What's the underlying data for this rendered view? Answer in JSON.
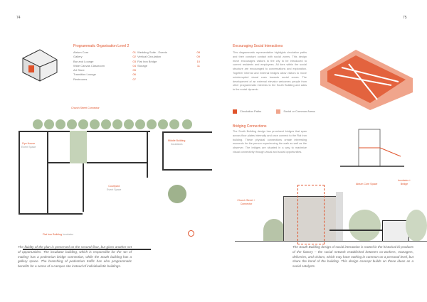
{
  "page_left": "74",
  "page_right": "75",
  "programme": {
    "title": "Programmatic Organisation Level 2",
    "col1": [
      {
        "label": "Atrium Core",
        "num": "01"
      },
      {
        "label": "Gallery",
        "num": "02"
      },
      {
        "label": "Bar and Lounge",
        "num": "03"
      },
      {
        "label": "Wide Canvas Classroom",
        "num": "04"
      },
      {
        "label": "Art Store",
        "num": "05"
      },
      {
        "label": "Transition Lounge",
        "num": "06"
      },
      {
        "label": "Restrooms",
        "num": "07"
      }
    ],
    "col2": [
      {
        "label": "Wedding Suite - Events",
        "num": "08"
      },
      {
        "label": "Vertical Circulation",
        "num": "09"
      },
      {
        "label": "Flat Iron Bridge",
        "num": "10"
      },
      {
        "label": "Storage",
        "num": "11"
      }
    ]
  },
  "plan": {
    "top_label": "Church Street Connector",
    "dye_house": "Dye House",
    "dye_house_sub": "Event Space",
    "middle": "Middle Building",
    "middle_sub": "Incubators",
    "courtyard": "Courtyard",
    "courtyard_sub": "Event Space",
    "flat_iron": "Flat Iron Building",
    "flat_iron_sub": "Incubator"
  },
  "social": {
    "title": "Encouraging Social Interactions",
    "body": "This diagrammatic representation highlights circulation paths and their constant contact with social zones. This design move encourages visitors to the city to be introduced to current residents and employees. All tiers within the social structure are encouraged to conversations and exploration. Together internal and external bridges allow visitors to move uninterrupted visual cues towards social zones. The development of an external elevator welcomes people from other programmatic interests to the South Building and adds to the social dynamic.",
    "legend": [
      {
        "label": "Circulation Paths",
        "color": "#e0532b"
      },
      {
        "label": "Social or Common Areas",
        "color": "#f0a58c"
      }
    ]
  },
  "bridging": {
    "title": "Bridging Connections",
    "body": "The South Building design has prominent bridges that span across floor plates internally and once connect to the Flat Iron building. These physical connections create interesting moments for the person experiencing the walk as well as the observer. The bridges are situated in a way to maximize visual connectivity through visual and social opportunities."
  },
  "section": {
    "church": "Church Street + Connector",
    "atrium": "Atrium Core Space",
    "incubator": "Incubator + Bridge"
  },
  "caption_left": "The fluidity of the plan is preserved on the second floor, but gives another set of opportunities. The incubator building, which is responsible for the 'art of making' has a pedestrian bridge connection, while the South building has a gallery space. The branching of pedestrian traffic has also programmatic benefits for a sense of a campus site instead of individualistic buildings.",
  "caption_right": "The South Building design of social interaction is rooted in the historical bi-products of the factory – the social network established between co-workers, managers, deliveries, and visitors, which may have nothing in common on a personal level, but share the bond of the building. This design concept builds on those ideas as a social catalysts."
}
